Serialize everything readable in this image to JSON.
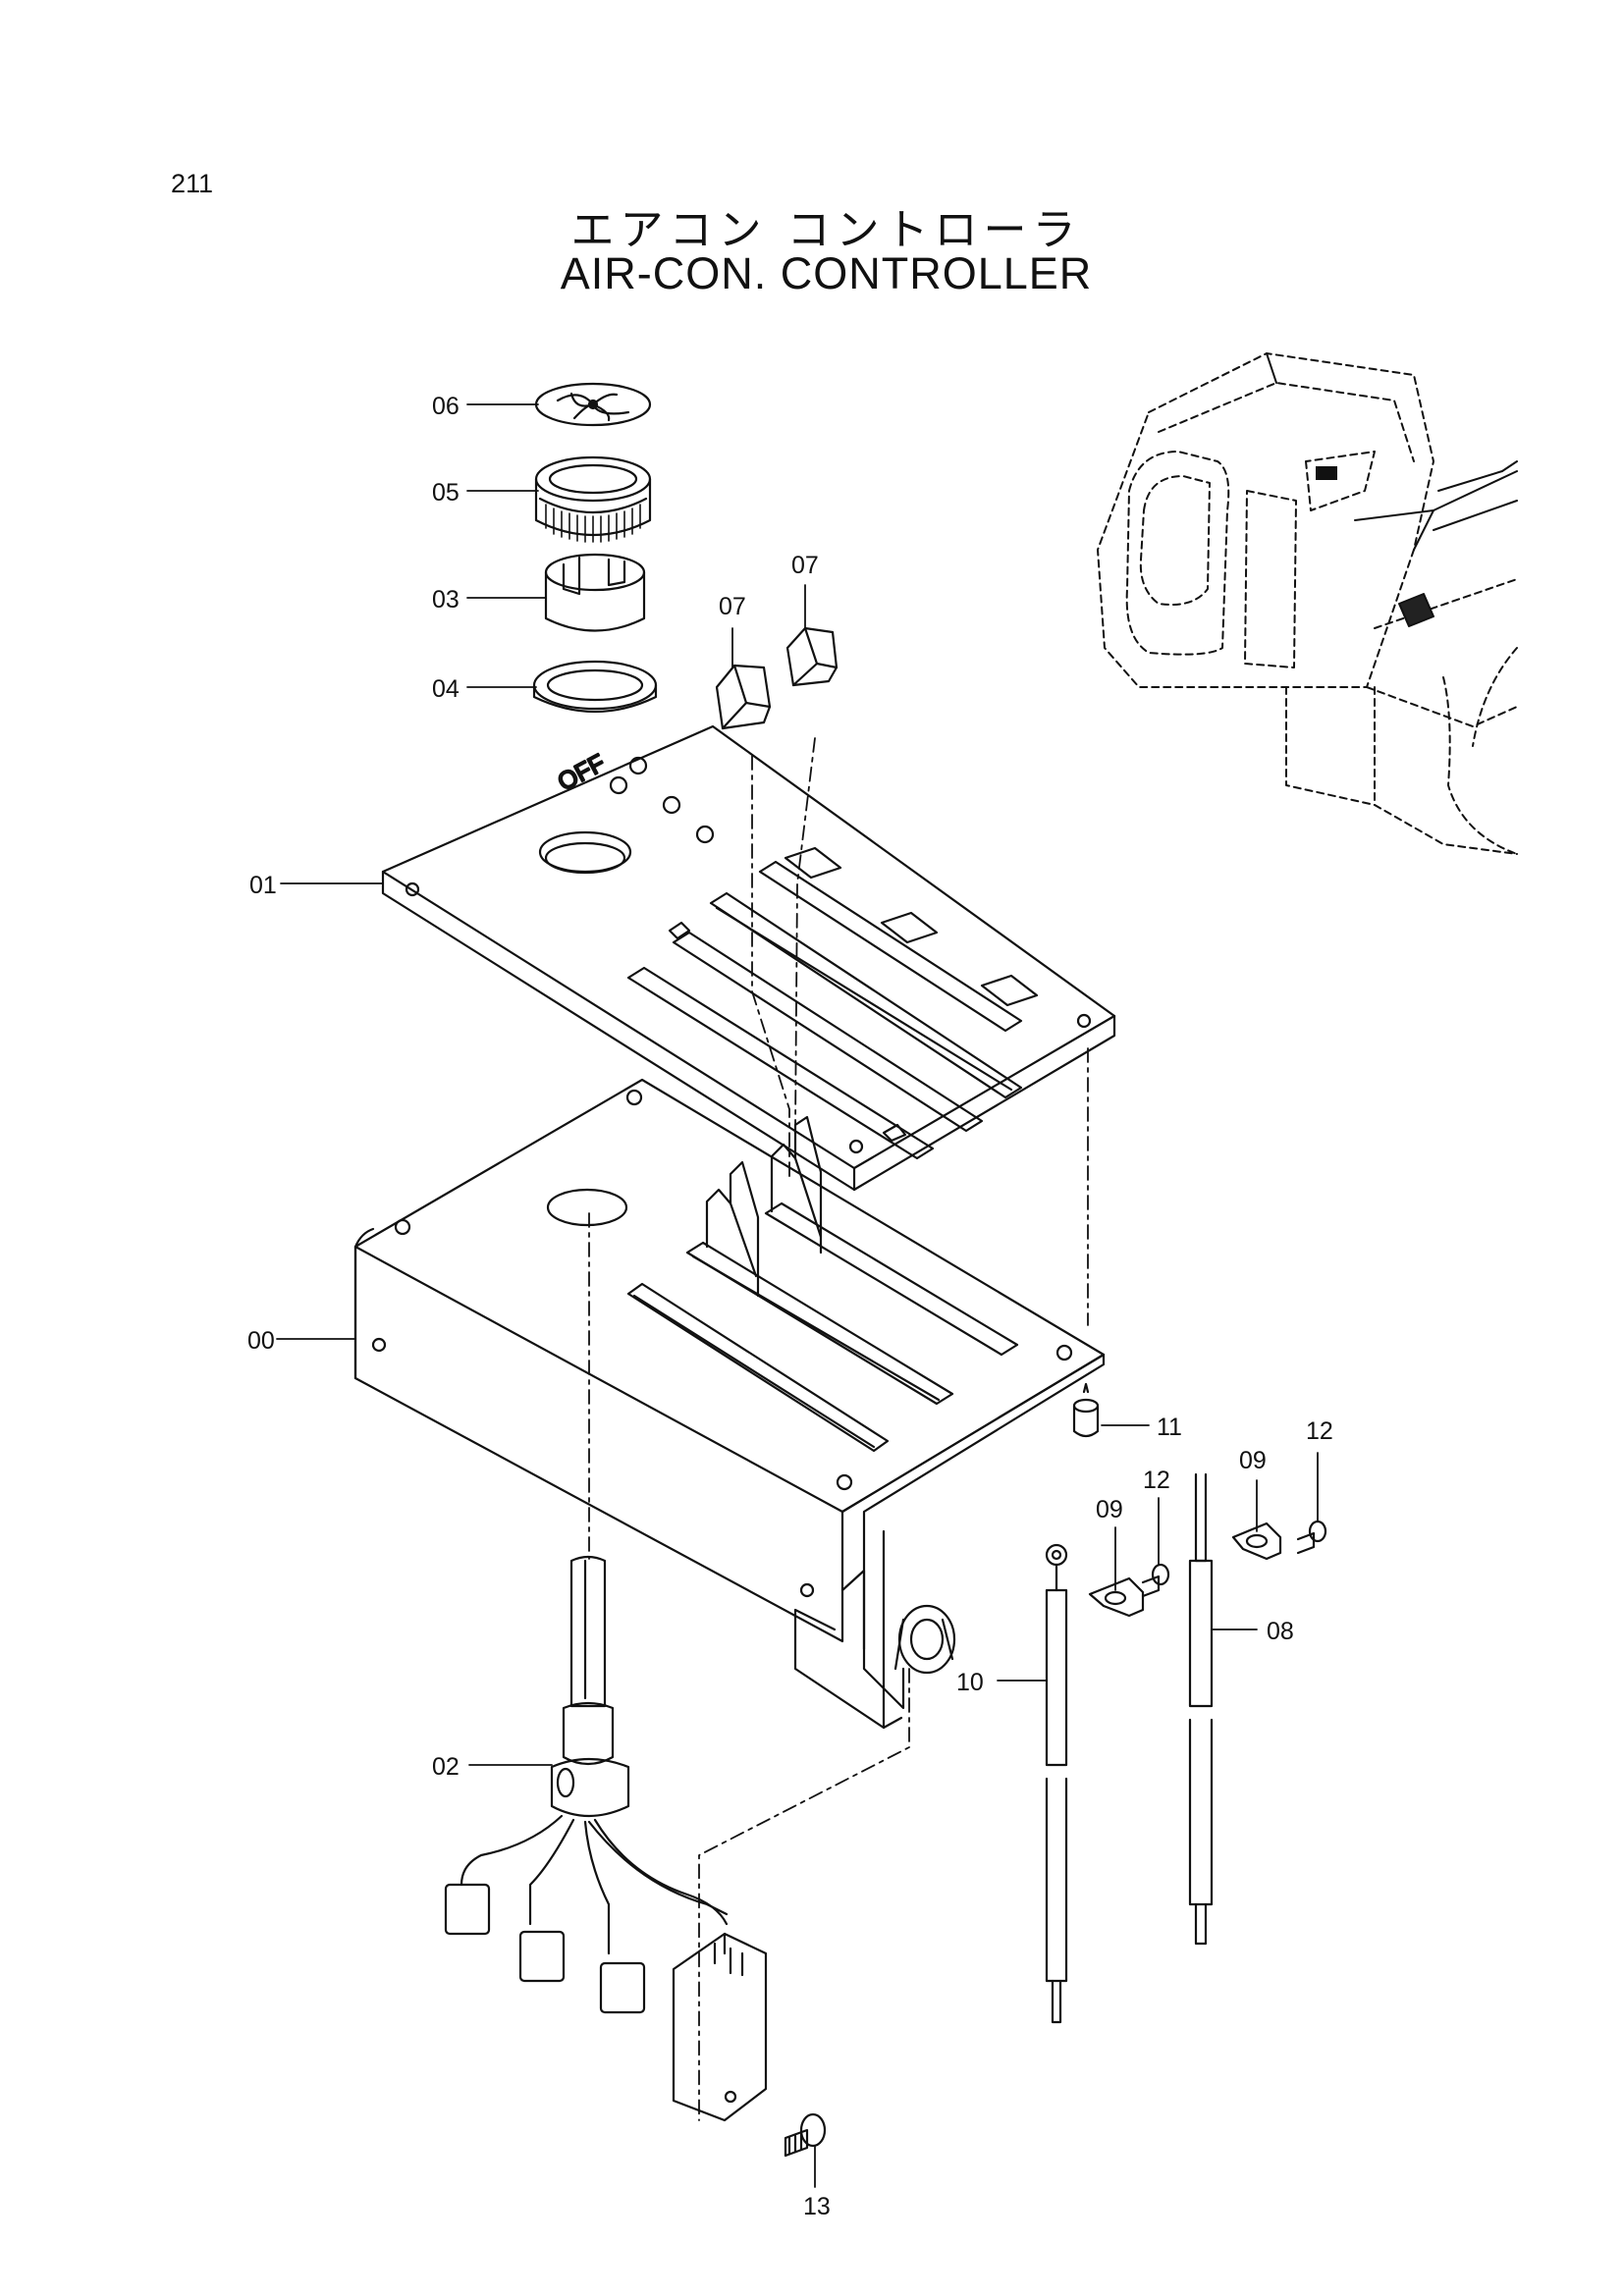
{
  "page": {
    "number": "211"
  },
  "title": {
    "japanese": "エアコン コントローラ",
    "english": "AIR-CON. CONTROLLER"
  },
  "panel_label": "OFF",
  "callouts": [
    "06",
    "05",
    "03",
    "04",
    "07",
    "07",
    "01",
    "00",
    "11",
    "12",
    "12",
    "09",
    "09",
    "08",
    "10",
    "02",
    "13"
  ]
}
